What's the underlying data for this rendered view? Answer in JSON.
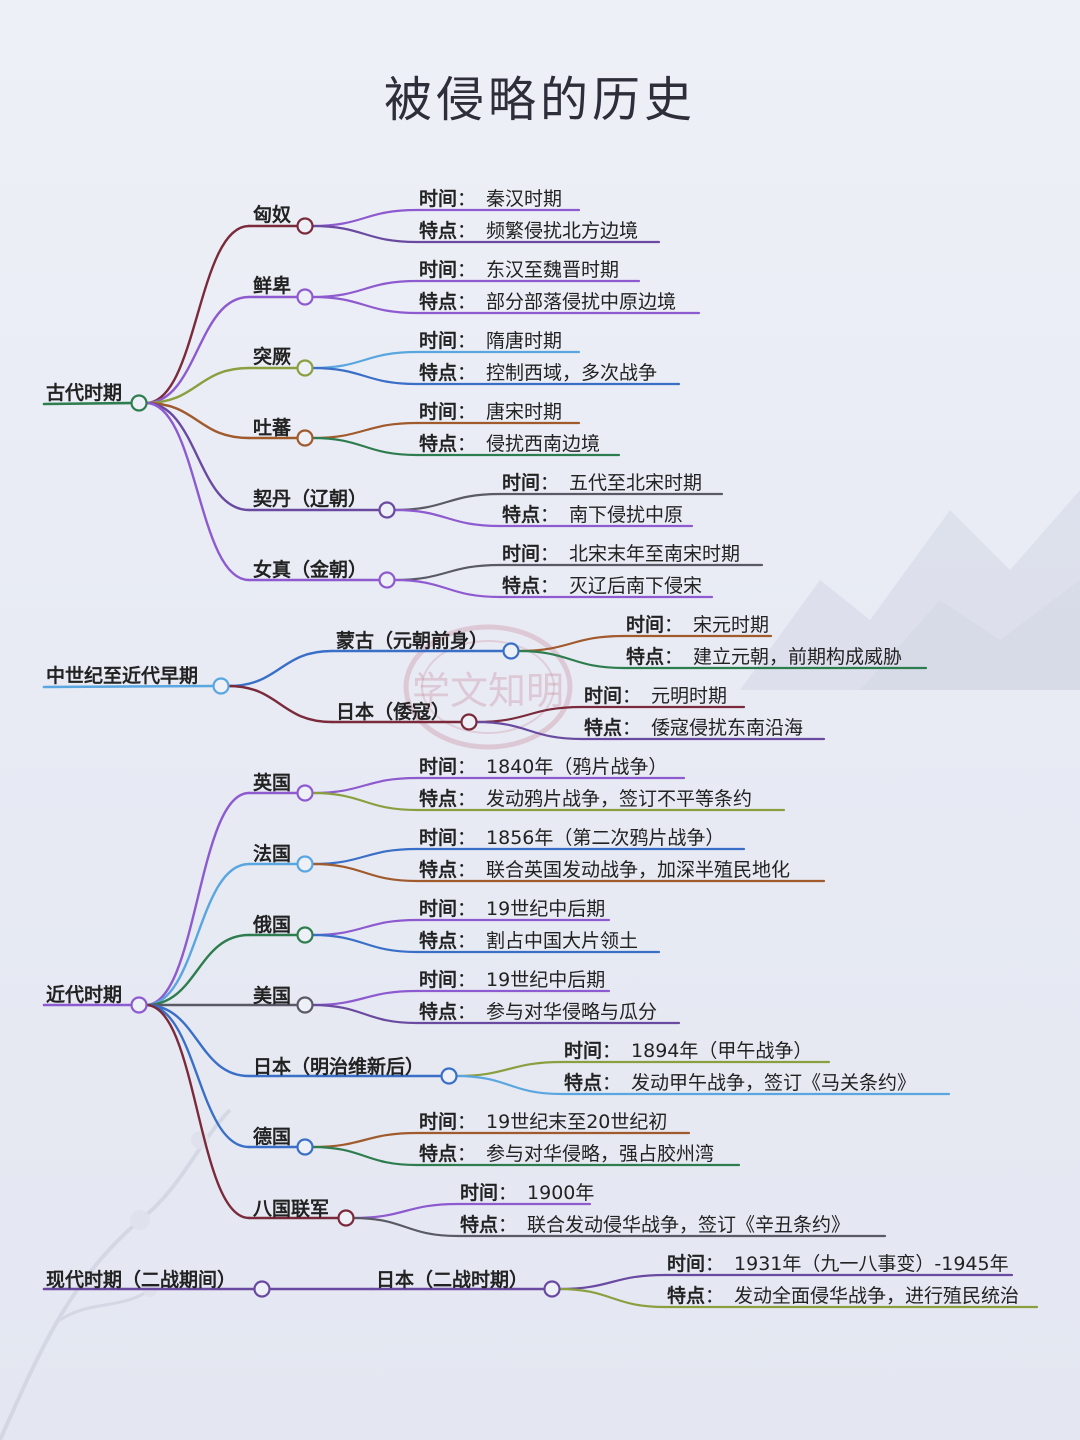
{
  "title": "被侵略的历史",
  "watermark": "学文知明",
  "colors": {
    "purple": "#8e5ad0",
    "darkred": "#7a2a3a",
    "olive": "#8aa040",
    "green": "#2e7d4f",
    "blue": "#3a6fc8",
    "lightblue": "#5aa6e0",
    "brown": "#a05a2c",
    "gray": "#5a5a66",
    "indigo": "#6a4aa0"
  },
  "eras": [
    {
      "label": "古代时期",
      "nodes": [
        {
          "label": "匈奴",
          "time": "秦汉时期",
          "feature": "频繁侵扰北方边境"
        },
        {
          "label": "鲜卑",
          "time": "东汉至魏晋时期",
          "feature": "部分部落侵扰中原边境"
        },
        {
          "label": "突厥",
          "time": "隋唐时期",
          "feature": "控制西域，多次战争"
        },
        {
          "label": "吐蕃",
          "time": "唐宋时期",
          "feature": "侵扰西南边境"
        },
        {
          "label": "契丹（辽朝）",
          "time": "五代至北宋时期",
          "feature": "南下侵扰中原"
        },
        {
          "label": "女真（金朝）",
          "time": "北宋末年至南宋时期",
          "feature": "灭辽后南下侵宋"
        }
      ]
    },
    {
      "label": "中世纪至近代早期",
      "nodes": [
        {
          "label": "蒙古（元朝前身）",
          "time": "宋元时期",
          "feature": "建立元朝，前期构成威胁"
        },
        {
          "label": "日本（倭寇）",
          "time": "元明时期",
          "feature": "倭寇侵扰东南沿海"
        }
      ]
    },
    {
      "label": "近代时期",
      "nodes": [
        {
          "label": "英国",
          "time": "1840年（鸦片战争）",
          "feature": "发动鸦片战争，签订不平等条约"
        },
        {
          "label": "法国",
          "time": "1856年（第二次鸦片战争）",
          "feature": "联合英国发动战争，加深半殖民地化"
        },
        {
          "label": "俄国",
          "time": "19世纪中后期",
          "feature": "割占中国大片领土"
        },
        {
          "label": "美国",
          "time": "19世纪中后期",
          "feature": "参与对华侵略与瓜分"
        },
        {
          "label": "日本（明治维新后）",
          "time": "1894年（甲午战争）",
          "feature": "发动甲午战争，签订《马关条约》"
        },
        {
          "label": "德国",
          "time": "19世纪末至20世纪初",
          "feature": "参与对华侵略，强占胶州湾"
        },
        {
          "label": "八国联军",
          "time": "1900年",
          "feature": "联合发动侵华战争，签订《辛丑条约》"
        }
      ]
    },
    {
      "label": "现代时期（二战期间）",
      "nodes": [
        {
          "label": "日本（二战时期）",
          "time": "1931年（九一八事变）-1945年",
          "feature": "发动全面侵华战争，进行殖民统治"
        }
      ]
    }
  ],
  "labels": {
    "time_key": "时间",
    "feature_key": "特点",
    "separator": "："
  }
}
